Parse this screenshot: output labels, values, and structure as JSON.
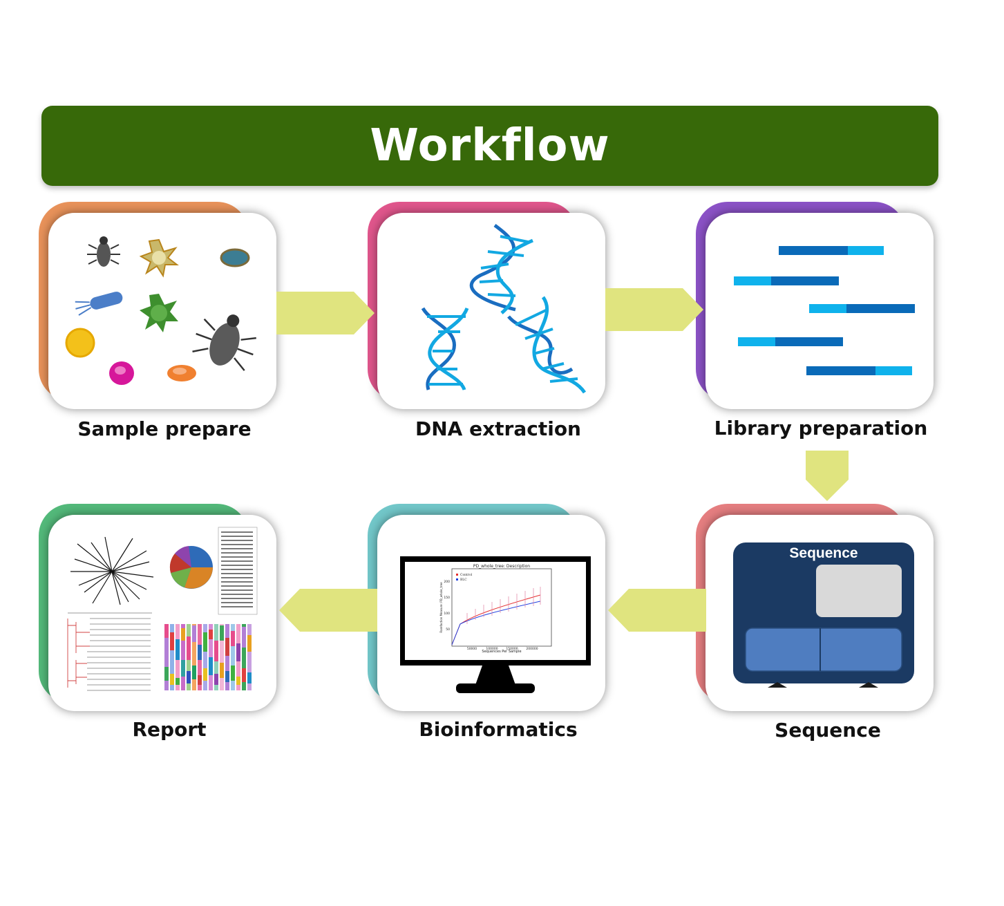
{
  "header": {
    "title": "Workflow"
  },
  "steps": [
    {
      "label": "Sample prepare",
      "accent": "#E8925A",
      "icon": "microbes-icon"
    },
    {
      "label": "DNA extraction",
      "accent": "#E0568C",
      "icon": "dna-helix-icon"
    },
    {
      "label": "Library preparation",
      "accent": "#8B52C6",
      "icon": "sequence-fragments-icon"
    },
    {
      "label": "Sequence",
      "accent": "#E57E80",
      "icon": "sequencer-icon",
      "screen_label": "Sequence"
    },
    {
      "label": "Bioinformatics",
      "accent": "#72C7C9",
      "icon": "monitor-chart-icon",
      "chart": {
        "title": "PD_whole_tree: Description",
        "xlabel": "Sequences Per Sample",
        "ylabel": "Rarefaction Measure: PD_whole_tree",
        "legend": [
          "Control",
          "BLC"
        ],
        "x_ticks": [
          "50000",
          "100000",
          "150000",
          "200000"
        ],
        "y_ticks": [
          "50",
          "100",
          "150",
          "200"
        ]
      }
    },
    {
      "label": "Report",
      "accent": "#53B97A",
      "icon": "report-charts-icon"
    }
  ],
  "colors": {
    "banner": "#376909",
    "arrow": "#E0E47F",
    "bar_dark": "#0A6AB8",
    "bar_light": "#0FB2EC"
  }
}
